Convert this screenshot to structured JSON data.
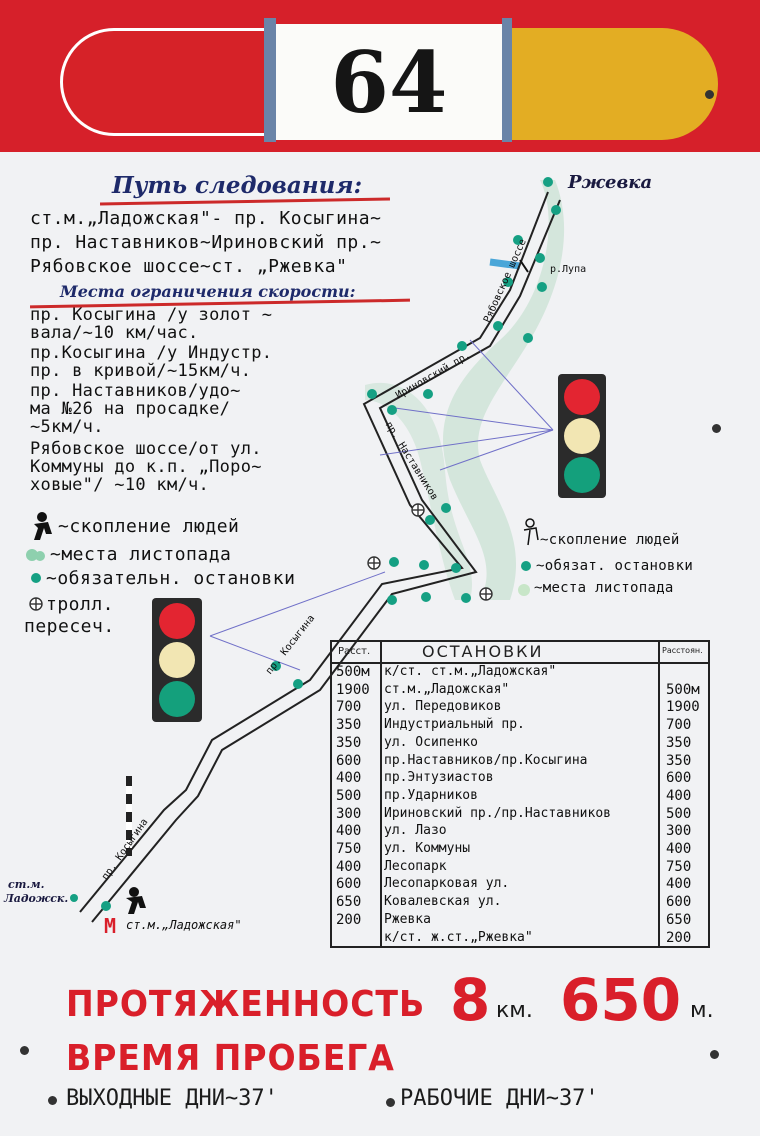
{
  "header": {
    "route_number": "64",
    "colors": {
      "left": "#d62228",
      "number_bg": "#fbfbf9",
      "right": "#e3ad23",
      "separator": "#6a84a8"
    }
  },
  "route_section": {
    "title": "Путь следования:",
    "lines": [
      "ст.м.„Ладожская\"- пр. Косыгина~",
      "пр. Наставников~Ириновский пр.~",
      "Рябовское шоссе~ст. „Ржевка\""
    ]
  },
  "speed_limits": {
    "title": "Места ограничения скорости:",
    "items": [
      [
        "пр. Косыгина /у золот ~",
        "вала/~10 км/час."
      ],
      [
        "пр.Косыгина /у Индустр.",
        "пр. в кривой/~15км/ч."
      ],
      [
        "пр. Наставников/удо~",
        "ма №26 на просадке/",
        "~5км/ч."
      ],
      [
        "Рябовское шоссе/от ул.",
        "Коммуны до к.п. „Поро~",
        "ховые\"/ ~10 км/ч."
      ]
    ]
  },
  "map": {
    "labels": {
      "terminus_top": "Ржевка",
      "river": "р.Лупа",
      "terminus_bottom_1": "ст.м.",
      "terminus_bottom_2": "Ладожск.",
      "metro": "ст.м.„Ладожская\"",
      "street_kosygina": "пр. Косыгина",
      "street_nastavnikov": "пр. Наставников",
      "street_irinovsky": "Ириновский пр.",
      "street_ryabovskoe": "Рябовское шоссе",
      "metro_letter": "M"
    }
  },
  "legend_left": [
    {
      "icon": "crowd-icon",
      "label": "~скопление людей"
    },
    {
      "icon": "leaf-fall-icon",
      "label": "~места листопада"
    },
    {
      "icon": "stop-icon",
      "label": "~обязательн. остановки"
    },
    {
      "icon": "trolley-crossing-icon",
      "label": "тролл."
    },
    {
      "icon": "",
      "label": "пересеч."
    }
  ],
  "legend_right": [
    {
      "icon": "crowd-icon",
      "label": "~скопление людей"
    },
    {
      "icon": "stop-icon",
      "label": "~обязат. остановки"
    },
    {
      "icon": "leaf-fall-icon",
      "label": "~места листопада"
    }
  ],
  "table": {
    "col_left": "Расст.",
    "col_mid": "ОСТАНОВКИ",
    "col_right": "Расстоян.",
    "rows": [
      [
        "500м",
        "к/ст. ст.м.„Ладожская\"",
        ""
      ],
      [
        "1900",
        "ст.м.„Ладожская\"",
        "500м"
      ],
      [
        "700",
        "ул. Передовиков",
        "1900"
      ],
      [
        "350",
        "Индустриальный пр.",
        "700"
      ],
      [
        "350",
        "ул. Осипенко",
        "350"
      ],
      [
        "600",
        "пр.Наставников/пр.Косыгина",
        "350"
      ],
      [
        "400",
        "пр.Энтузиастов",
        "600"
      ],
      [
        "500",
        "пр.Ударников",
        "400"
      ],
      [
        "300",
        "Ириновский пр./пр.Наставников",
        "500"
      ],
      [
        "400",
        "ул. Лазо",
        "300"
      ],
      [
        "750",
        "ул. Коммуны",
        "400"
      ],
      [
        "400",
        "Лесопарк",
        "750"
      ],
      [
        "600",
        "Лесопарковая ул.",
        "400"
      ],
      [
        "650",
        "Ковалевская ул.",
        "600"
      ],
      [
        "200",
        "Ржевка",
        "650"
      ],
      [
        "",
        "к/ст. ж.ст.„Ржевка\"",
        "200"
      ]
    ]
  },
  "footer": {
    "length_label": "ПРОТЯЖЕННОСТЬ",
    "km_value": "8",
    "km_unit": "км.",
    "m_value": "650",
    "m_unit": "м.",
    "time_label": "ВРЕМЯ ПРОБЕГА",
    "weekend": "ВЫХОДНЫЕ ДНИ~37'",
    "weekday": "РАБОЧИЕ ДНИ~37'"
  },
  "traffic_light": {
    "red": "#e32531",
    "yellow": "#f2e6b3",
    "green": "#14a07c",
    "body": "#2b2b2b"
  }
}
